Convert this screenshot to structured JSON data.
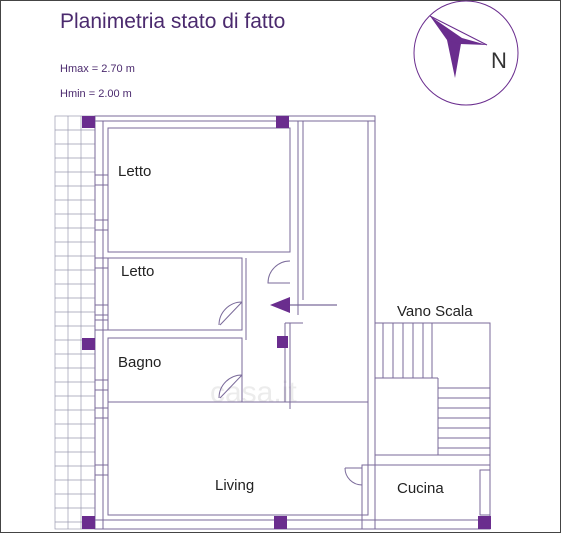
{
  "title": "Planimetria stato di fatto",
  "heights": {
    "hmax": "Hmax = 2.70 m",
    "hmin": "Hmin = 2.00 m"
  },
  "compass": {
    "label": "N",
    "icon": "compass-rose-icon"
  },
  "rooms": {
    "letto1": "Letto",
    "letto2": "Letto",
    "bagno": "Bagno",
    "living": "Living",
    "cucina": "Cucina",
    "vano_scala": "Vano Scala"
  },
  "watermark": "casa.it",
  "colors": {
    "accent": "#6a2d8e",
    "wall": "#7a6a9a",
    "text": "#4b2a6e"
  }
}
